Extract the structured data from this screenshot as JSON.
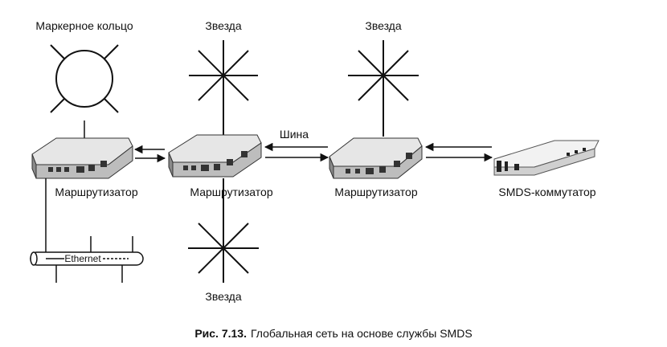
{
  "diagram": {
    "topologies": {
      "token_ring": {
        "label": "Маркерное кольцо"
      },
      "star_1": {
        "label": "Звезда"
      },
      "star_2": {
        "label": "Звезда"
      },
      "star_3": {
        "label": "Звезда"
      }
    },
    "devices": {
      "router_1": {
        "label": "Маршрутизатор"
      },
      "router_2": {
        "label": "Маршрутизатор"
      },
      "router_3": {
        "label": "Маршрутизатор"
      },
      "smds_switch": {
        "label": "SMDS-коммутатор"
      }
    },
    "links": {
      "bus_label": "Шина"
    },
    "ethernet": {
      "label": "Ethernet"
    }
  },
  "caption": {
    "prefix": "Рис. 7.13.",
    "text": "Глобальная сеть на основе службы SMDS"
  }
}
